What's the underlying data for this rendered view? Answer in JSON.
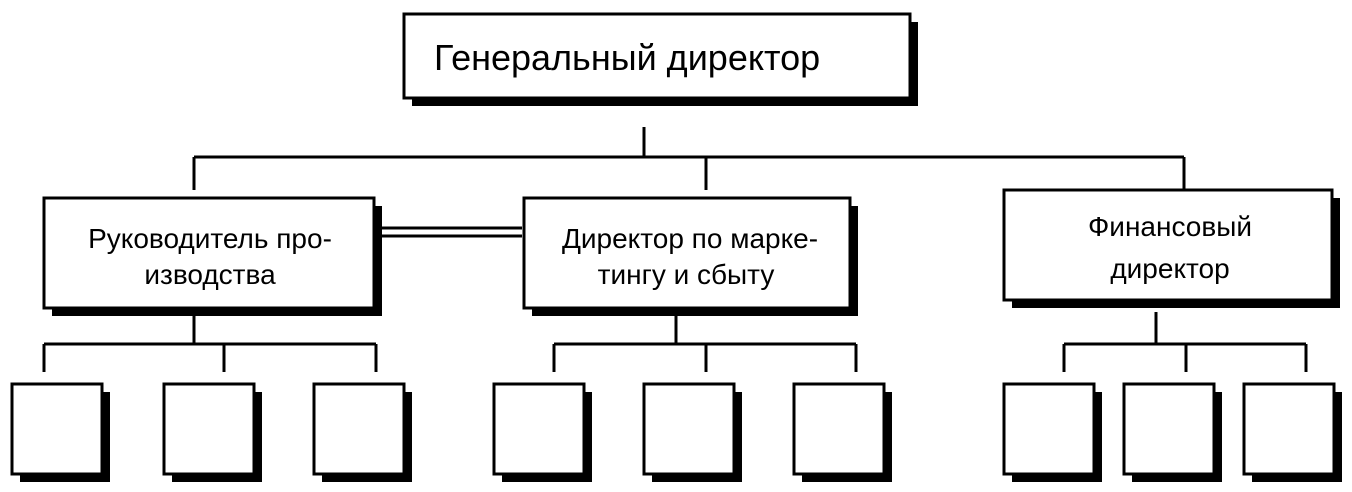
{
  "org_chart": {
    "root": {
      "label": "Генеральный директор"
    },
    "managers": [
      {
        "lines": [
          "Руководитель про-",
          "изводства"
        ]
      },
      {
        "lines": [
          "Директор по марке-",
          "тингу и сбыту"
        ]
      },
      {
        "lines": [
          "Финансовый",
          "директор"
        ]
      }
    ],
    "subordinates_per_manager": 3
  }
}
